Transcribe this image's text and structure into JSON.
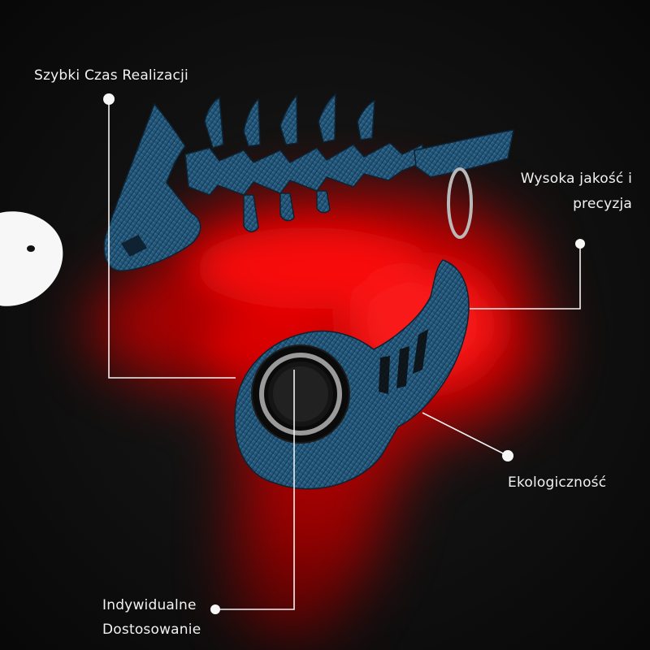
{
  "features": {
    "fast": "Szybki Czas Realizacji",
    "quality_line1": "Wysoka jakość i",
    "quality_line2": "precyzja",
    "eco": "Ekologiczność",
    "custom_line1": "Indywidualne",
    "custom_line2": "Dostosowanie"
  },
  "colors": {
    "background": "#0c0c0c",
    "smoke": "#d40000",
    "product_blue": "#2f6f98",
    "text": "#f2f2f2"
  },
  "icons": {
    "product": "fish-skeleton-keychain-spinner",
    "ring": "keyring-icon",
    "bearing": "bearing-icon"
  }
}
